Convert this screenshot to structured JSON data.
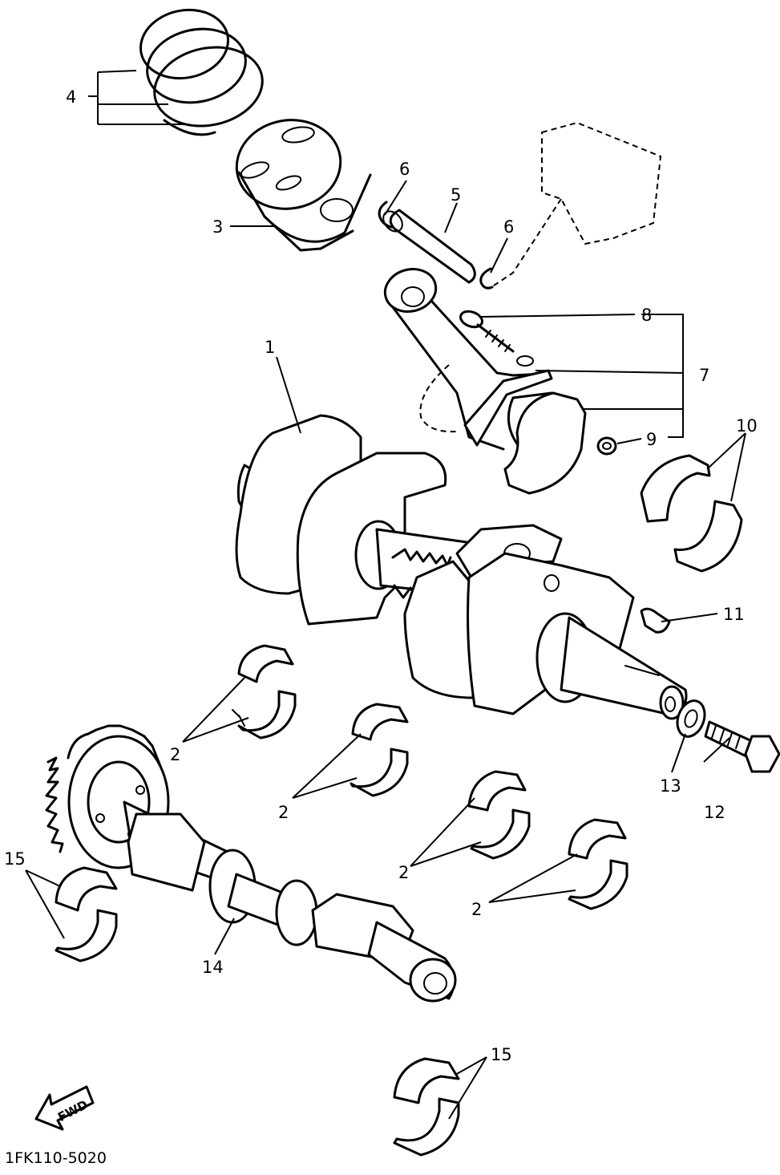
{
  "diagram_code": "1FK110-5020",
  "fwd_label": "FWD",
  "callouts": {
    "c1": "1",
    "c2a": "2",
    "c2b": "2",
    "c2c": "2",
    "c2d": "2",
    "c3": "3",
    "c4": "4",
    "c5": "5",
    "c6a": "6",
    "c6b": "6",
    "c7": "7",
    "c8": "8",
    "c9": "9",
    "c10": "10",
    "c11": "11",
    "c12": "12",
    "c13": "13",
    "c14": "14",
    "c15a": "15",
    "c15b": "15"
  }
}
